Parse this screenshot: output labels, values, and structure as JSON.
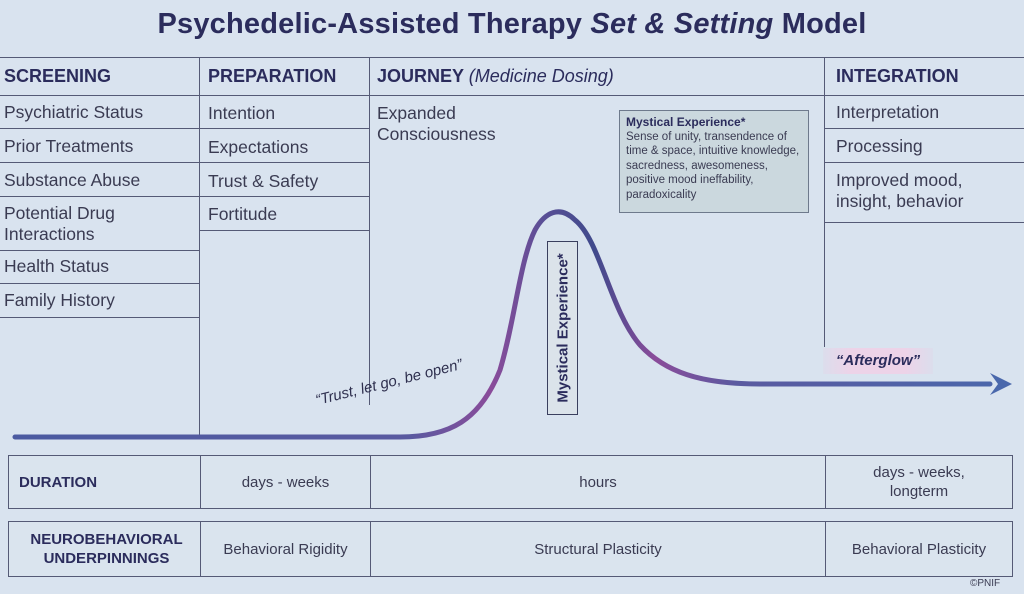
{
  "title": {
    "part1": "Psychedelic-Assisted Therapy",
    "part2": "Set & Setting",
    "part3": "Model"
  },
  "columns": {
    "screening": {
      "header": "SCREENING",
      "items": [
        "Psychiatric Status",
        "Prior Treatments",
        "Substance Abuse",
        "Potential Drug Interactions",
        "Health Status",
        "Family History"
      ]
    },
    "preparation": {
      "header": "PREPARATION",
      "items": [
        "Intention",
        "Expectations",
        "Trust & Safety",
        "Fortitude"
      ]
    },
    "journey": {
      "header": "JOURNEY",
      "subheader": "(Medicine Dosing)",
      "text": "Expanded Consciousness"
    },
    "integration": {
      "header": "INTEGRATION",
      "items": [
        "Interpretation",
        "Processing",
        "Improved mood, insight, behavior"
      ]
    }
  },
  "mystical_box": {
    "title": "Mystical Experience*",
    "text": "Sense of unity, transendence of time & space, intuitive knowledge, sacredness, awesomeness, positive mood ineffability, paradoxicality"
  },
  "curve_labels": {
    "peak": "Mystical Experience*",
    "trust": "“Trust, let go, be open”",
    "afterglow": "“Afterglow”"
  },
  "duration": {
    "label": "DURATION",
    "preparation": "days - weeks",
    "journey": "hours",
    "integration": "days - weeks, longterm"
  },
  "neuro": {
    "label": "NEUROBEHAVIORAL UNDERPINNINGS",
    "preparation": "Behavioral Rigidity",
    "journey": "Structural Plasticity",
    "integration": "Behavioral Plasticity"
  },
  "copyright": "PNIF",
  "colors": {
    "title": "#2b2c5c",
    "curve_blue": "#4a5aa0",
    "curve_purple": "#8a4c9a",
    "background": "#d9e3ef"
  }
}
